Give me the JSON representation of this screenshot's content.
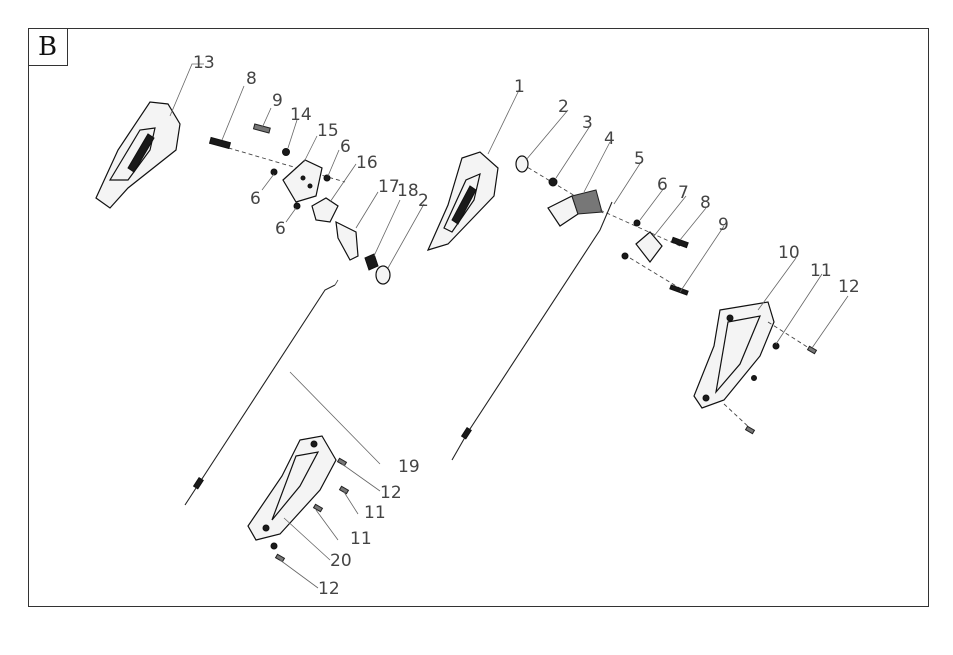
{
  "section_label": "B",
  "callouts": {
    "c13": "13",
    "c8a": "8",
    "c9a": "9",
    "c14": "14",
    "c15": "15",
    "c6a": "6",
    "c16": "16",
    "c17": "17",
    "c18": "18",
    "c2a": "2",
    "c6b": "6",
    "c6c": "6",
    "c1": "1",
    "c2b": "2",
    "c3": "3",
    "c4": "4",
    "c5": "5",
    "c6d": "6",
    "c7": "7",
    "c8b": "8",
    "c9b": "9",
    "c10": "10",
    "c11a": "11",
    "c12a": "12",
    "c19": "19",
    "c12b": "12",
    "c11b": "11",
    "c11c": "11",
    "c20": "20",
    "c12c": "12"
  }
}
